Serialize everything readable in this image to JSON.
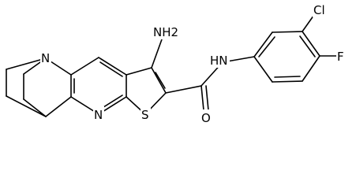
{
  "atoms": {
    "amine": "NH2",
    "amide_nh": "HN",
    "bridge_n": "N",
    "pyridine_n": "N",
    "sulfur": "S",
    "carbonyl_o": "O",
    "chlorine": "Cl",
    "fluorine": "F"
  }
}
